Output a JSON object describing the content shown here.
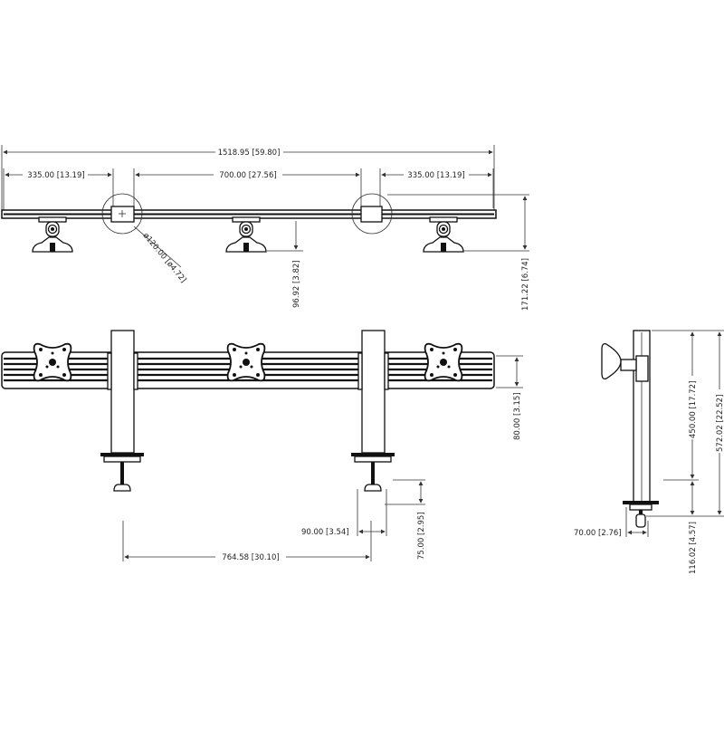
{
  "top_view": {
    "overall_length": "1518.95 [59.80]",
    "left_offset": "335.00 [13.19]",
    "pole_spacing": "700.00 [27.56]",
    "right_offset": "335.00 [13.19]",
    "pole_diameter": "ø120.00 [ø4.72]",
    "bar_to_mount": "96.92 [3.82]",
    "total_depth": "171.22 [6.74]"
  },
  "front_view": {
    "bar_height": "80.00 [3.15]",
    "clamp_width": "90.00 [3.54]",
    "clamp_depth": "75.00 [2.95]",
    "clamp_spacing": "764.58 [30.10]"
  },
  "side_view": {
    "pole_height": "450.00 [17.72]",
    "total_height": "572.02 [22.52]",
    "clamp_height": "116.02 [4.57]",
    "base_width": "70.00 [2.76]"
  }
}
